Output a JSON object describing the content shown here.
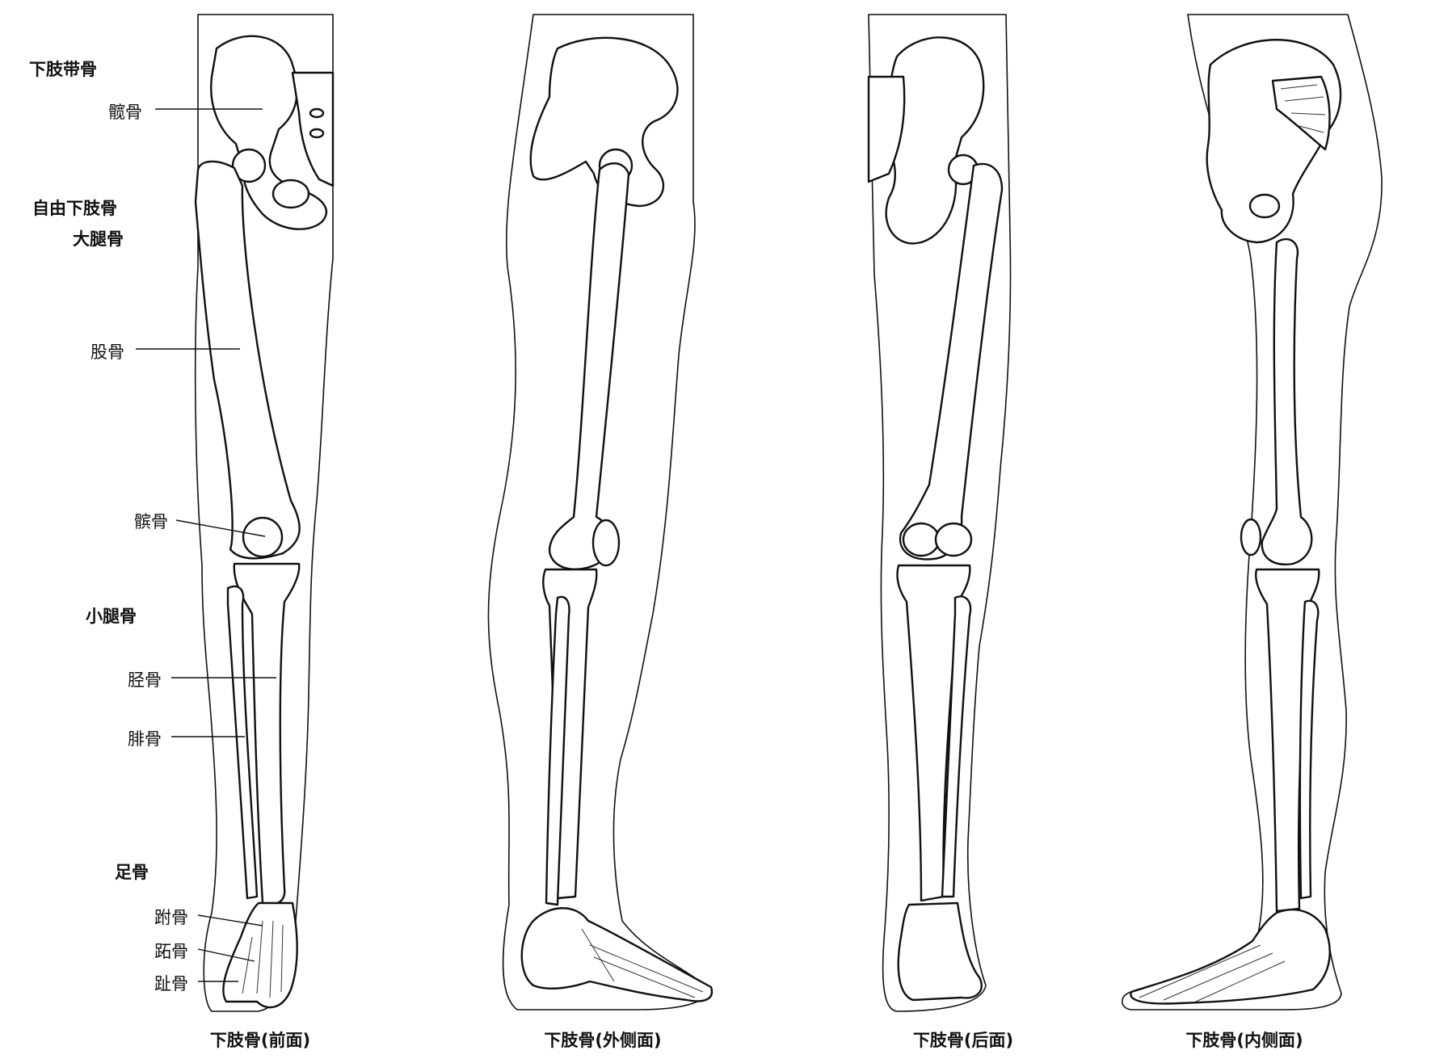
{
  "labels": {
    "lower_girdle": "下肢带骨",
    "hip_bone": "髋骨",
    "free_limb": "自由下肢骨",
    "thigh": "大腿骨",
    "femur": "股骨",
    "patella": "髌骨",
    "lower_leg": "小腿骨",
    "tibia": "胫骨",
    "fibula": "腓骨",
    "foot": "足骨",
    "tarsal": "跗骨",
    "metatarsal": "跖骨",
    "phalanges": "趾骨"
  },
  "captions": {
    "front": "下肢骨(前面)",
    "lateral": "下肢骨(外侧面)",
    "back": "下肢骨(后面)",
    "medial": "下肢骨(内侧面)"
  }
}
